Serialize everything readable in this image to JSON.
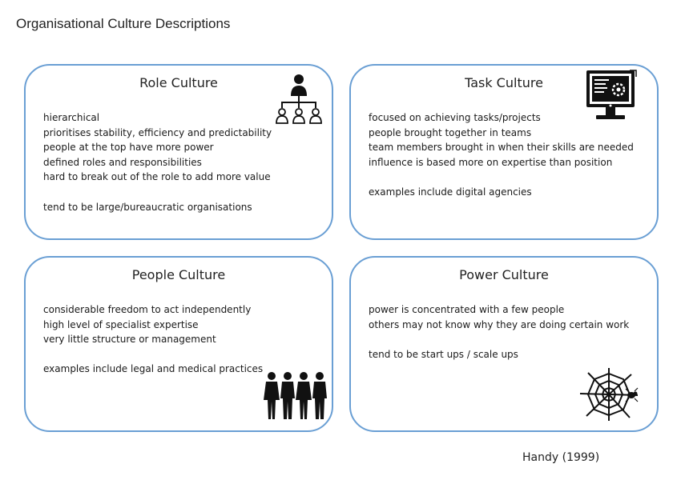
{
  "title": "Organisational Culture Descriptions",
  "citation": "Handy (1999)",
  "cards": {
    "role": {
      "title": "Role Culture",
      "lines": [
        "hierarchical",
        "prioritises stability, efficiency and predictability",
        "people at the top have more power",
        "defined roles and responsibilities",
        "hard to break out of the role to add more value"
      ],
      "note": "tend to be large/bureaucratic organisations",
      "icon": "org-chart-icon"
    },
    "task": {
      "title": "Task Culture",
      "lines": [
        "focused on achieving tasks/projects",
        "people brought together in teams",
        "team members brought in when their skills are needed",
        "influence is based more on expertise than position"
      ],
      "note": "examples include digital agencies",
      "icon": "computer-monitor-icon"
    },
    "people": {
      "title": "People Culture",
      "lines": [
        "considerable freedom to act independently",
        "high level of specialist expertise",
        "very little structure or management"
      ],
      "note": "examples include legal and medical practices",
      "icon": "group-of-people-icon"
    },
    "power": {
      "title": "Power Culture",
      "lines": [
        "power is concentrated with a few people",
        "others may not know why they are doing certain work"
      ],
      "note": "tend to be start ups / scale ups",
      "icon": "spider-web-icon"
    }
  },
  "colors": {
    "card_border": "#6a9fd4",
    "icon": "#111111"
  }
}
